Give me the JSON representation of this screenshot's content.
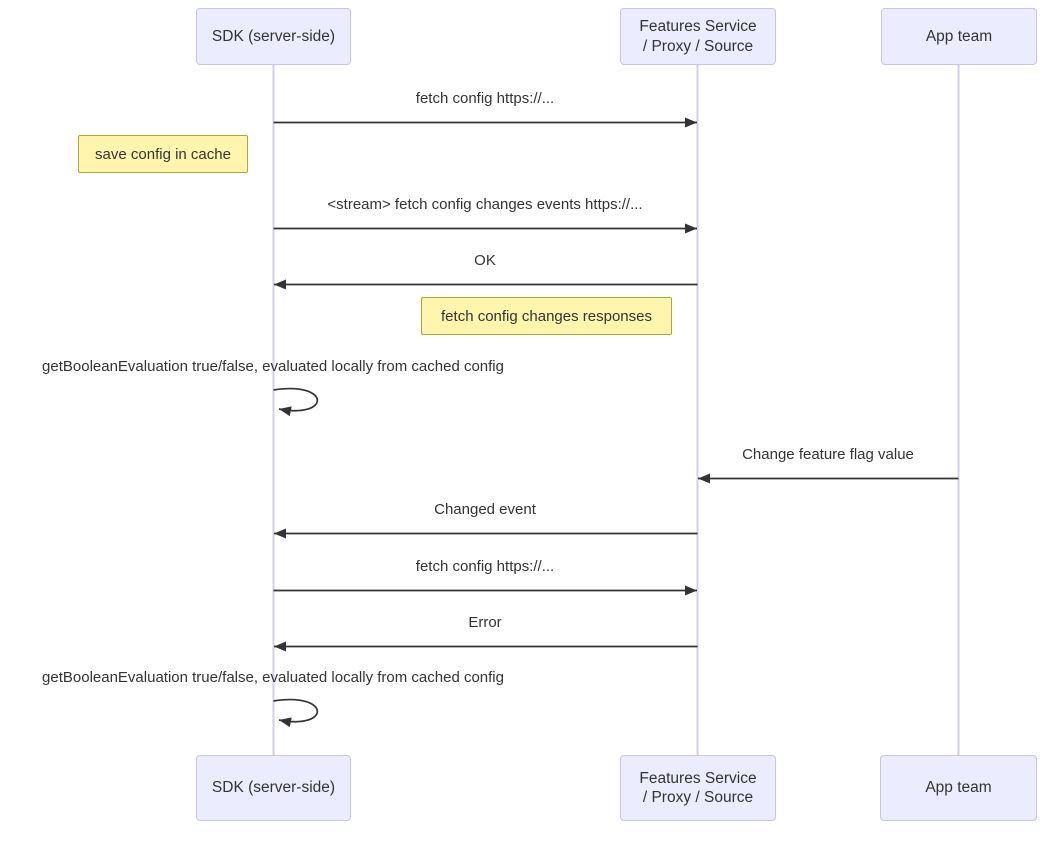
{
  "colors": {
    "actor-fill": "#ECECFF",
    "actor-border": "#c9c4e4",
    "note-fill": "#FFF5AD",
    "note-border": "#AAAA33",
    "line": "#333333",
    "lifeline": "#d5cdea",
    "text": "#333333"
  },
  "diagram": {
    "type": "sequence-diagram",
    "actors": [
      {
        "id": "sdk",
        "label": "SDK (server-side)"
      },
      {
        "id": "features",
        "label": "Features Service / Proxy / Source",
        "lines": [
          "Features Service",
          "/ Proxy / Source"
        ]
      },
      {
        "id": "app",
        "label": "App team"
      }
    ],
    "messages": [
      {
        "from": "sdk",
        "to": "features",
        "direction": "right",
        "label": "fetch config https://..."
      },
      {
        "from": "sdk",
        "to": "features",
        "direction": "right",
        "label": "<stream> fetch config changes events https://..."
      },
      {
        "from": "features",
        "to": "sdk",
        "direction": "left",
        "label": "OK"
      },
      {
        "from": "sdk",
        "to": "sdk",
        "direction": "self",
        "label": "getBooleanEvaluation true/false, evaluated locally from cached config"
      },
      {
        "from": "app",
        "to": "features",
        "direction": "left",
        "label": "Change feature flag value"
      },
      {
        "from": "features",
        "to": "sdk",
        "direction": "left",
        "label": "Changed event"
      },
      {
        "from": "sdk",
        "to": "features",
        "direction": "right",
        "label": "fetch config https://..."
      },
      {
        "from": "features",
        "to": "sdk",
        "direction": "left",
        "label": "Error"
      },
      {
        "from": "sdk",
        "to": "sdk",
        "direction": "self",
        "label": "getBooleanEvaluation true/false, evaluated locally from cached config"
      }
    ],
    "notes": [
      {
        "position": "left of sdk",
        "text": "save config in cache"
      },
      {
        "position": "left of features",
        "text": "fetch config changes responses"
      }
    ]
  }
}
